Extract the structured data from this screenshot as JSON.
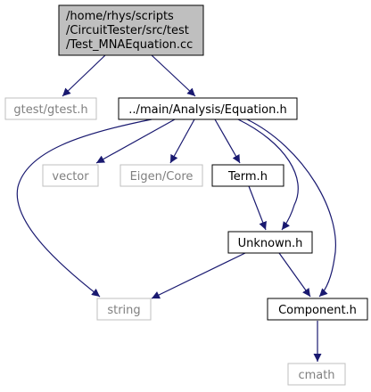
{
  "graph": {
    "nodes": {
      "root": {
        "lines": [
          "/home/rhys/scripts",
          "/CircuitTester/src/test",
          "/Test_MNAEquation.cc"
        ]
      },
      "gtest": {
        "label": "gtest/gtest.h"
      },
      "equation": {
        "label": "../main/Analysis/Equation.h"
      },
      "vector": {
        "label": "vector"
      },
      "eigen": {
        "label": "Eigen/Core"
      },
      "term": {
        "label": "Term.h"
      },
      "unknown": {
        "label": "Unknown.h"
      },
      "string": {
        "label": "string"
      },
      "component": {
        "label": "Component.h"
      },
      "cmath": {
        "label": "cmath"
      }
    },
    "edges": [
      [
        "root",
        "gtest"
      ],
      [
        "root",
        "equation"
      ],
      [
        "equation",
        "vector"
      ],
      [
        "equation",
        "eigen"
      ],
      [
        "equation",
        "term"
      ],
      [
        "equation",
        "unknown"
      ],
      [
        "equation",
        "string"
      ],
      [
        "equation",
        "component"
      ],
      [
        "term",
        "unknown"
      ],
      [
        "unknown",
        "string"
      ],
      [
        "unknown",
        "component"
      ],
      [
        "component",
        "cmath"
      ]
    ]
  },
  "colors": {
    "root_fill": "#bfbfbf",
    "root_border": "#000000",
    "node_border": "#000000",
    "external_border": "#bfbfbf",
    "external_text": "#7f7f7f",
    "edge": "#191970"
  }
}
